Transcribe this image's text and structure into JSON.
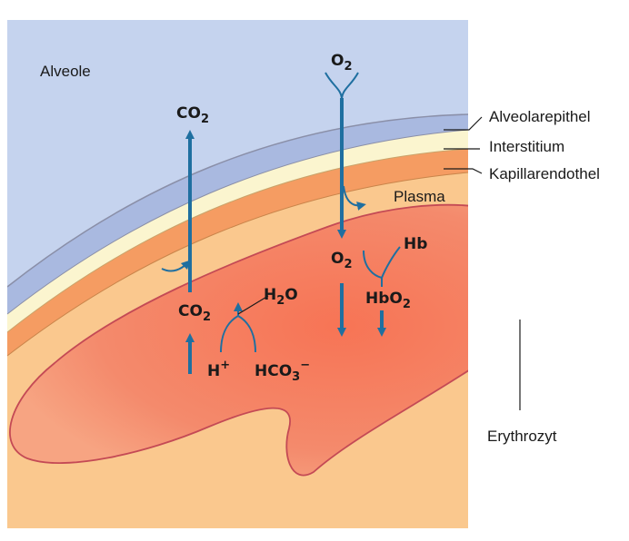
{
  "labels": {
    "alveole": "Alveole",
    "plasma": "Plasma",
    "alveolarepithel": "Alveolarepithel",
    "interstitium": "Interstitium",
    "kapillarendothel": "Kapillarendothel",
    "erythrozyt": "Erythrozyt"
  },
  "chemistry": {
    "co2_top": {
      "base": "CO",
      "sub": "2"
    },
    "o2_top": {
      "base": "O",
      "sub": "2"
    },
    "co2_cell": {
      "base": "CO",
      "sub": "2"
    },
    "h2o": {
      "base": "H",
      "sub": "2",
      "tail": "O"
    },
    "h_plus": {
      "base": "H",
      "sup": "+"
    },
    "hco3_minus": {
      "base": "HCO",
      "sub": "3",
      "sup": "−"
    },
    "o2_cell": {
      "base": "O",
      "sub": "2"
    },
    "hb": {
      "base": "Hb"
    },
    "hbo2": {
      "base": "HbO",
      "sub": "2"
    }
  },
  "colors": {
    "alveole": "#c5d3ee",
    "alveolarepithel": "#a9b9e0",
    "interstitium": "#fbf5cf",
    "kapillarendothel": "#f59c62",
    "plasma": "#fac88e",
    "erythrozyt": "#f47e64",
    "erythrozyt_edge": "#c44a55",
    "arrow": "#1f6fa0",
    "text": "#1a1a1a"
  }
}
